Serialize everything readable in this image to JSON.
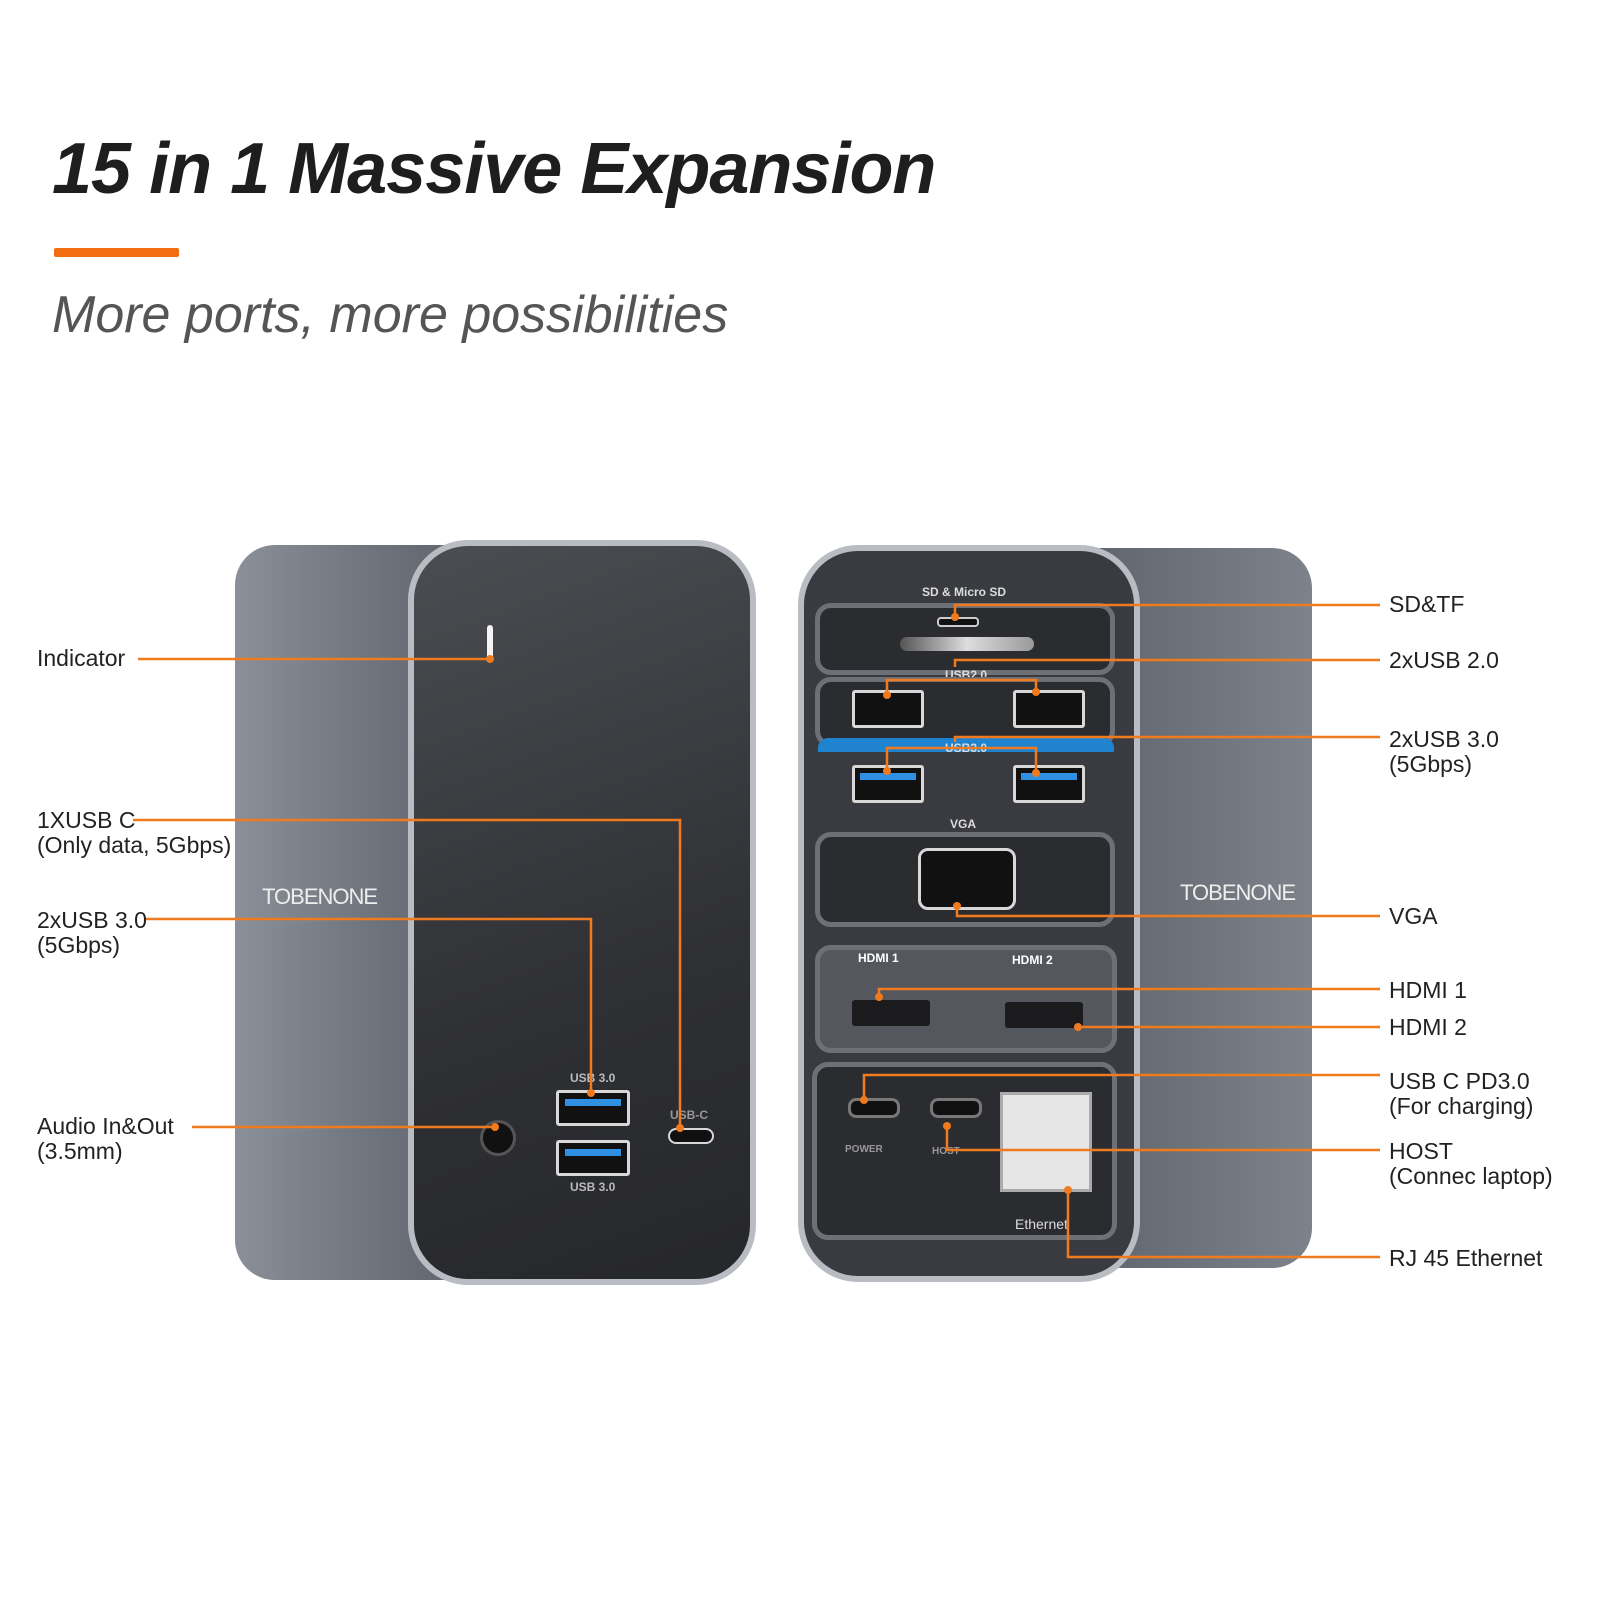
{
  "header": {
    "title": "15 in 1 Massive Expansion",
    "subtitle": "More ports, more possibilities"
  },
  "brand": {
    "logo": "TOBENONE",
    "accent_color": "#f26d12"
  },
  "left_device": {
    "port_labels": {
      "usb_top": "USB 3.0",
      "usb_bottom": "USB 3.0",
      "usbc": "USB-C"
    },
    "callouts": [
      {
        "label": "Indicator"
      },
      {
        "label": "1XUSB C",
        "sub": "(Only data, 5Gbps)"
      },
      {
        "label": "2xUSB 3.0",
        "sub": "(5Gbps)"
      },
      {
        "label": "Audio In&Out",
        "sub": "(3.5mm)"
      }
    ]
  },
  "right_device": {
    "port_labels": {
      "sd": "SD  &  Micro SD",
      "usb2": "USB2.0",
      "usb3": "USB3.0",
      "vga": "VGA",
      "hdmi1": "HDMI 1",
      "hdmi2": "HDMI 2",
      "power": "POWER",
      "host": "HOST",
      "ethernet": "Ethernet"
    },
    "callouts": [
      {
        "label": "SD&TF"
      },
      {
        "label": "2xUSB 2.0"
      },
      {
        "label": "2xUSB 3.0",
        "sub": "(5Gbps)"
      },
      {
        "label": "VGA"
      },
      {
        "label": "HDMI 1"
      },
      {
        "label": "HDMI 2"
      },
      {
        "label": "USB C PD3.0",
        "sub": "(For charging)"
      },
      {
        "label": "HOST",
        "sub": "(Connec laptop)"
      },
      {
        "label": "RJ 45 Ethernet"
      }
    ]
  }
}
